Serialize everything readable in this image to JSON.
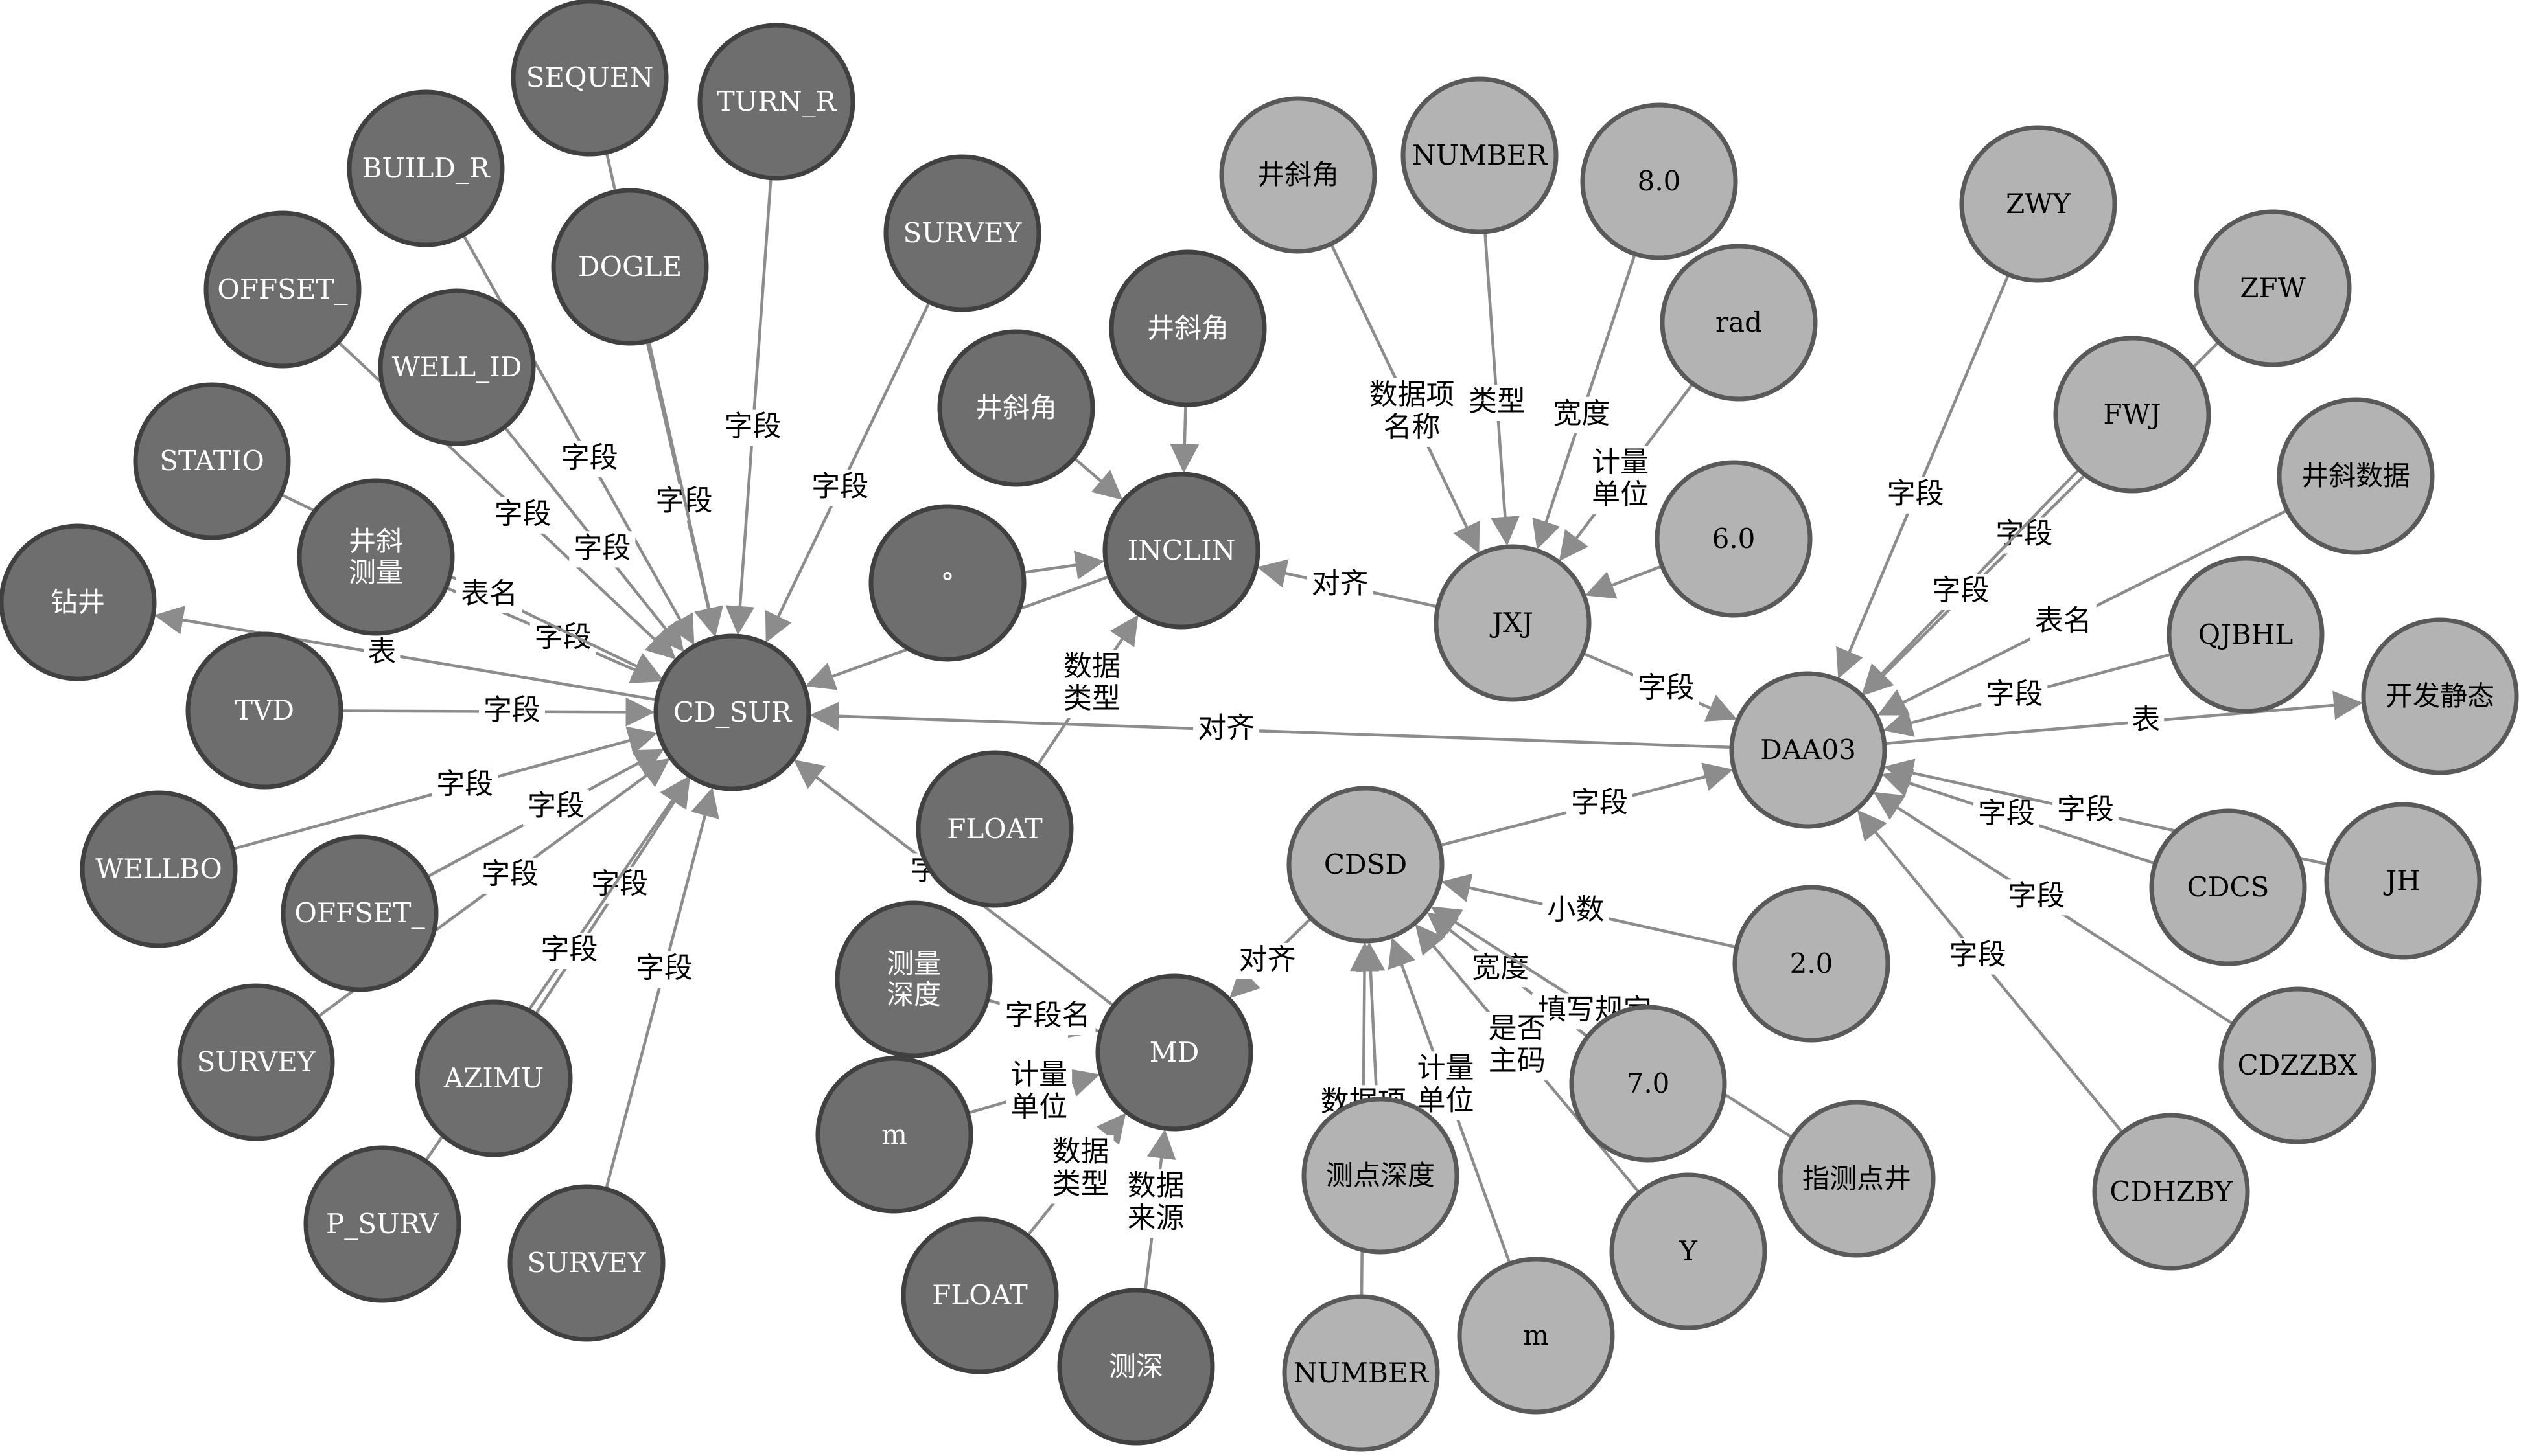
{
  "nodes": [
    {
      "id": "CD_SUR",
      "label": "CD_SUR",
      "group": "dark"
    },
    {
      "id": "INCLIN",
      "label": "INCLIN",
      "group": "dark"
    },
    {
      "id": "MD",
      "label": "MD",
      "group": "dark"
    },
    {
      "id": "FLOAT1",
      "label": "FLOAT",
      "group": "dark"
    },
    {
      "id": "DEG",
      "label": "°",
      "group": "dark"
    },
    {
      "id": "JXJ_CN1",
      "label": "井斜角",
      "group": "dark"
    },
    {
      "id": "JXJ_CN2",
      "label": "井斜角",
      "group": "dark"
    },
    {
      "id": "SURVEY_T",
      "label": "SURVEY",
      "group": "dark"
    },
    {
      "id": "TURN_R",
      "label": "TURN_R",
      "group": "dark"
    },
    {
      "id": "SEQUEN",
      "label": "SEQUEN",
      "group": "dark"
    },
    {
      "id": "DOGLE",
      "label": "DOGLE",
      "group": "dark"
    },
    {
      "id": "BUILD_R",
      "label": "BUILD_R",
      "group": "dark"
    },
    {
      "id": "OFFSET1",
      "label": "OFFSET_",
      "group": "dark"
    },
    {
      "id": "WELL_ID",
      "label": "WELL_ID",
      "group": "dark"
    },
    {
      "id": "STATIO",
      "label": "STATIO",
      "group": "dark"
    },
    {
      "id": "JXCL",
      "label": "井斜\n测量",
      "group": "dark"
    },
    {
      "id": "ZUANJING",
      "label": "钻井",
      "group": "dark"
    },
    {
      "id": "TVD",
      "label": "TVD",
      "group": "dark"
    },
    {
      "id": "WELLBO",
      "label": "WELLBO",
      "group": "dark"
    },
    {
      "id": "OFFSET2",
      "label": "OFFSET_",
      "group": "dark"
    },
    {
      "id": "SURVEY_L",
      "label": "SURVEY",
      "group": "dark"
    },
    {
      "id": "AZIMU",
      "label": "AZIMU",
      "group": "dark"
    },
    {
      "id": "P_SURV",
      "label": "P_SURV",
      "group": "dark"
    },
    {
      "id": "SURVEY_B",
      "label": "SURVEY",
      "group": "dark"
    },
    {
      "id": "CLSD",
      "label": "测量\n深度",
      "group": "dark"
    },
    {
      "id": "M1",
      "label": "m",
      "group": "dark"
    },
    {
      "id": "FLOAT2",
      "label": "FLOAT",
      "group": "dark"
    },
    {
      "id": "CESHEN",
      "label": "测深",
      "group": "dark"
    },
    {
      "id": "JXJ",
      "label": "JXJ",
      "group": "light"
    },
    {
      "id": "JXJ_CN3",
      "label": "井斜角",
      "group": "light"
    },
    {
      "id": "NUMBER1",
      "label": "NUMBER",
      "group": "light"
    },
    {
      "id": "V8",
      "label": "8.0",
      "group": "light"
    },
    {
      "id": "RAD",
      "label": "rad",
      "group": "light"
    },
    {
      "id": "V6",
      "label": "6.0",
      "group": "light"
    },
    {
      "id": "DAA03",
      "label": "DAA03",
      "group": "light"
    },
    {
      "id": "ZWY",
      "label": "ZWY",
      "group": "light"
    },
    {
      "id": "ZFW",
      "label": "ZFW",
      "group": "light"
    },
    {
      "id": "FWJ",
      "label": "FWJ",
      "group": "light"
    },
    {
      "id": "JXSJ",
      "label": "井斜数据",
      "group": "light"
    },
    {
      "id": "QJBHL",
      "label": "QJBHL",
      "group": "light"
    },
    {
      "id": "KFJT",
      "label": "开发静态",
      "group": "light"
    },
    {
      "id": "CDCS",
      "label": "CDCS",
      "group": "light"
    },
    {
      "id": "JH",
      "label": "JH",
      "group": "light"
    },
    {
      "id": "CDZZBX",
      "label": "CDZZBX",
      "group": "light"
    },
    {
      "id": "CDHZBY",
      "label": "CDHZBY",
      "group": "light"
    },
    {
      "id": "CDSD",
      "label": "CDSD",
      "group": "light"
    },
    {
      "id": "V2",
      "label": "2.0",
      "group": "light"
    },
    {
      "id": "V7",
      "label": "7.0",
      "group": "light"
    },
    {
      "id": "ZCDJ",
      "label": "指测点井",
      "group": "light"
    },
    {
      "id": "Y",
      "label": "Y",
      "group": "light"
    },
    {
      "id": "CDSD_CN",
      "label": "测点深度",
      "group": "light"
    },
    {
      "id": "M2",
      "label": "m",
      "group": "light"
    },
    {
      "id": "NUMBER2",
      "label": "NUMBER",
      "group": "light"
    }
  ],
  "edges": [
    {
      "from": "SURVEY_T",
      "to": "CD_SUR",
      "label": "字段"
    },
    {
      "from": "TURN_R",
      "to": "CD_SUR",
      "label": "字段"
    },
    {
      "from": "DOGLE",
      "to": "CD_SUR",
      "label": "字段"
    },
    {
      "from": "SEQUEN",
      "to": "CD_SUR",
      "label": ""
    },
    {
      "from": "BUILD_R",
      "to": "CD_SUR",
      "label": "字段"
    },
    {
      "from": "OFFSET1",
      "to": "CD_SUR",
      "label": "字段"
    },
    {
      "from": "WELL_ID",
      "to": "CD_SUR",
      "label": "字段"
    },
    {
      "from": "JXCL",
      "to": "CD_SUR",
      "label": "字段"
    },
    {
      "from": "STATIO",
      "to": "CD_SUR",
      "label": "表名"
    },
    {
      "from": "CD_SUR",
      "to": "ZUANJING",
      "label": "表"
    },
    {
      "from": "TVD",
      "to": "CD_SUR",
      "label": "字段"
    },
    {
      "from": "WELLBO",
      "to": "CD_SUR",
      "label": "字段"
    },
    {
      "from": "OFFSET2",
      "to": "CD_SUR",
      "label": "字段"
    },
    {
      "from": "SURVEY_L",
      "to": "CD_SUR",
      "label": "字段"
    },
    {
      "from": "AZIMU",
      "to": "CD_SUR",
      "label": "字段"
    },
    {
      "from": "P_SURV",
      "to": "CD_SUR",
      "label": "字段"
    },
    {
      "from": "SURVEY_B",
      "to": "CD_SUR",
      "label": "字段"
    },
    {
      "from": "MD",
      "to": "CD_SUR",
      "label": "字段"
    },
    {
      "from": "INCLIN",
      "to": "CD_SUR",
      "label": ""
    },
    {
      "from": "DEG",
      "to": "INCLIN",
      "label": ""
    },
    {
      "from": "JXJ_CN1",
      "to": "INCLIN",
      "label": ""
    },
    {
      "from": "JXJ_CN2",
      "to": "INCLIN",
      "label": ""
    },
    {
      "from": "FLOAT1",
      "to": "INCLIN",
      "label": "数据\n类型"
    },
    {
      "from": "JXJ",
      "to": "INCLIN",
      "label": "对齐"
    },
    {
      "from": "DAA03",
      "to": "CD_SUR",
      "label": "对齐"
    },
    {
      "from": "CLSD",
      "to": "MD",
      "label": "字段名"
    },
    {
      "from": "M1",
      "to": "MD",
      "label": "计量\n单位"
    },
    {
      "from": "FLOAT2",
      "to": "MD",
      "label": "数据\n类型"
    },
    {
      "from": "CESHEN",
      "to": "MD",
      "label": "数据\n来源"
    },
    {
      "from": "CDSD",
      "to": "MD",
      "label": "对齐"
    },
    {
      "from": "JXJ_CN3",
      "to": "JXJ",
      "label": "数据项\n名称"
    },
    {
      "from": "NUMBER1",
      "to": "JXJ",
      "label": "类型"
    },
    {
      "from": "V8",
      "to": "JXJ",
      "label": "宽度"
    },
    {
      "from": "RAD",
      "to": "JXJ",
      "label": "计量\n单位"
    },
    {
      "from": "V6",
      "to": "JXJ",
      "label": ""
    },
    {
      "from": "JXJ",
      "to": "DAA03",
      "label": "字段"
    },
    {
      "from": "ZWY",
      "to": "DAA03",
      "label": "字段"
    },
    {
      "from": "ZFW",
      "to": "DAA03",
      "label": "字段"
    },
    {
      "from": "FWJ",
      "to": "DAA03",
      "label": "字段"
    },
    {
      "from": "JXSJ",
      "to": "DAA03",
      "label": "表名"
    },
    {
      "from": "QJBHL",
      "to": "DAA03",
      "label": "字段"
    },
    {
      "from": "DAA03",
      "to": "KFJT",
      "label": "表"
    },
    {
      "from": "CDCS",
      "to": "DAA03",
      "label": "字段"
    },
    {
      "from": "JH",
      "to": "DAA03",
      "label": "字段"
    },
    {
      "from": "CDZZBX",
      "to": "DAA03",
      "label": "字段"
    },
    {
      "from": "CDHZBY",
      "to": "DAA03",
      "label": "字段"
    },
    {
      "from": "CDSD",
      "to": "DAA03",
      "label": "字段"
    },
    {
      "from": "V2",
      "to": "CDSD",
      "label": "小数"
    },
    {
      "from": "V7",
      "to": "CDSD",
      "label": "宽度"
    },
    {
      "from": "ZCDJ",
      "to": "CDSD",
      "label": "填写规定"
    },
    {
      "from": "Y",
      "to": "CDSD",
      "label": "是否\n主码"
    },
    {
      "from": "M2",
      "to": "CDSD",
      "label": "计量\n单位"
    },
    {
      "from": "CDSD_CN",
      "to": "CDSD",
      "label": ""
    },
    {
      "from": "NUMBER2",
      "to": "CDSD",
      "label": "数据项"
    }
  ]
}
